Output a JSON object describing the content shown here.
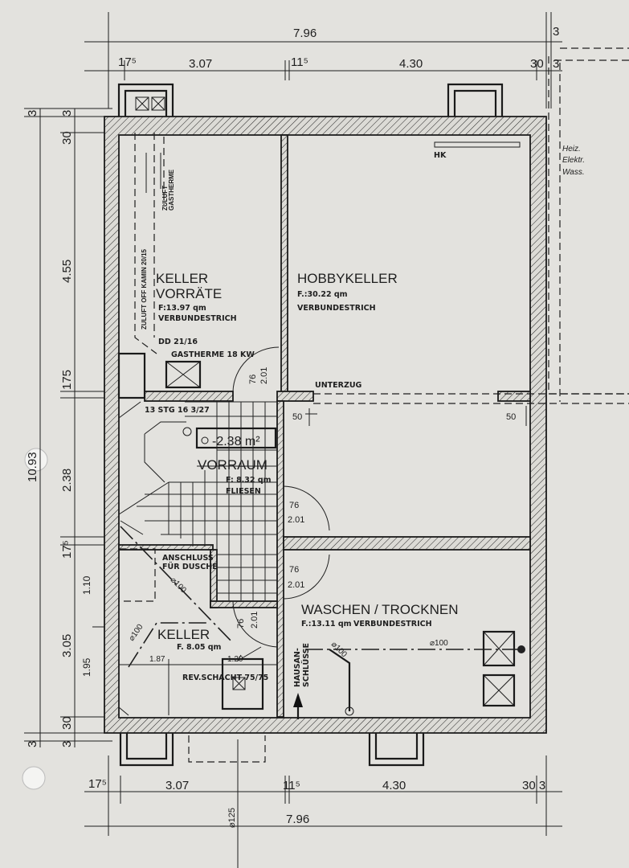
{
  "plan": {
    "rooms": {
      "keller_vorraete": {
        "name1": "KELLER",
        "name2": "VORRÄTE",
        "area": "F:13.97 qm",
        "floor": "VERBUNDESTRICH"
      },
      "hobbykeller": {
        "name": "HOBBYKELLER",
        "area": "F.:30.22 qm",
        "floor": "VERBUNDESTRICH"
      },
      "vorraum": {
        "name": "VORRAUM",
        "area": "F: 8.32 qm",
        "floor": "FLIESEN"
      },
      "keller": {
        "name": "KELLER",
        "area": "F. 8.05 qm"
      },
      "waschen": {
        "name": "WASCHEN / TROCKNEN",
        "area": "F.:13.11 qm",
        "floor": "VERBUNDESTRICH"
      }
    },
    "labels": {
      "zuluft_kamin": "ZULUFT OFF KAMIN 20/15",
      "zuluft_gastherme1": "ZULUFT",
      "zuluft_gastherme2": "GASTHERME",
      "dd": "DD 21/16",
      "gastherme": "GASTHERME 18 KW",
      "stairs": "13 STG 16 3/27",
      "level": "-2.38 m²",
      "unterzug": "UNTERZUG",
      "hk": "HK",
      "anschluss1": "ANSCHLUSS",
      "anschluss2": "FÜR DUSCHE",
      "hausan1": "HAUSAN-",
      "hausan2": "SCHLÜSSE",
      "rev_schacht": "REV.SCHACHT 75/75",
      "pipe100": "⌀100",
      "pipe125": "⌀125",
      "handwritten1": "Heiz.",
      "handwritten2": "Elektr.",
      "handwritten3": "Wass.",
      "dim_187": "1.87",
      "dim_120": "1.20",
      "unterzug_50": "50"
    },
    "doors": {
      "width": "76",
      "height": "2.01"
    },
    "dimensions": {
      "top_total": "7.96",
      "top_3": "3",
      "top_segments": [
        "17⁵",
        "3.07",
        "11⁵",
        "4.30",
        "30",
        "3"
      ],
      "left_total": "10.93",
      "left_outer": [
        "3",
        "3"
      ],
      "left_segments": [
        "3",
        "30",
        "4.55",
        "175",
        "2.38",
        "17⁵",
        "3.05",
        "30",
        "3"
      ],
      "left_inner": [
        "1.10",
        "1.95"
      ],
      "bottom_segments": [
        "17⁵",
        "3.07",
        "11⁵",
        "4.30",
        "30 3"
      ],
      "bottom_total": "7.96"
    }
  }
}
